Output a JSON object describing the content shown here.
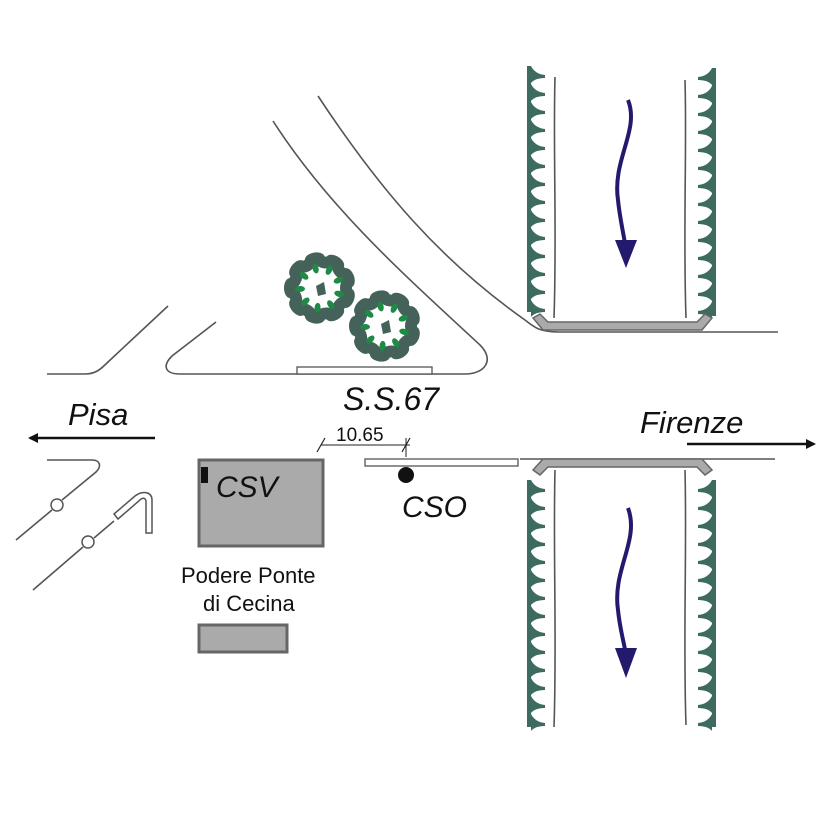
{
  "diagram": {
    "title": "Site map near Podere Ponte di Cecina",
    "road_label": "S.S.67",
    "directions": {
      "west": {
        "label": "Pisa",
        "arrow": "left"
      },
      "east": {
        "label": "Firenze",
        "arrow": "right"
      }
    },
    "dimension": {
      "value": "10.65"
    },
    "stations": [
      {
        "id": "csv",
        "label": "CSV",
        "kind": "building"
      },
      {
        "id": "cso",
        "label": "CSO",
        "kind": "point-marker"
      }
    ],
    "building_label_line1": "Podere Ponte",
    "building_label_line2": "di Cecina",
    "river": {
      "flow_direction": "south",
      "arrow_count": 2
    },
    "trees": 2,
    "colors": {
      "road": "#555555",
      "bank_vegetation": "#3e6b5f",
      "flow_arrow": "#231a6e",
      "building_fill": "#aaaaaa",
      "building_border": "#666666",
      "tree_dark": "#44625a",
      "tree_light": "#1f8a45",
      "text": "#111111"
    }
  }
}
